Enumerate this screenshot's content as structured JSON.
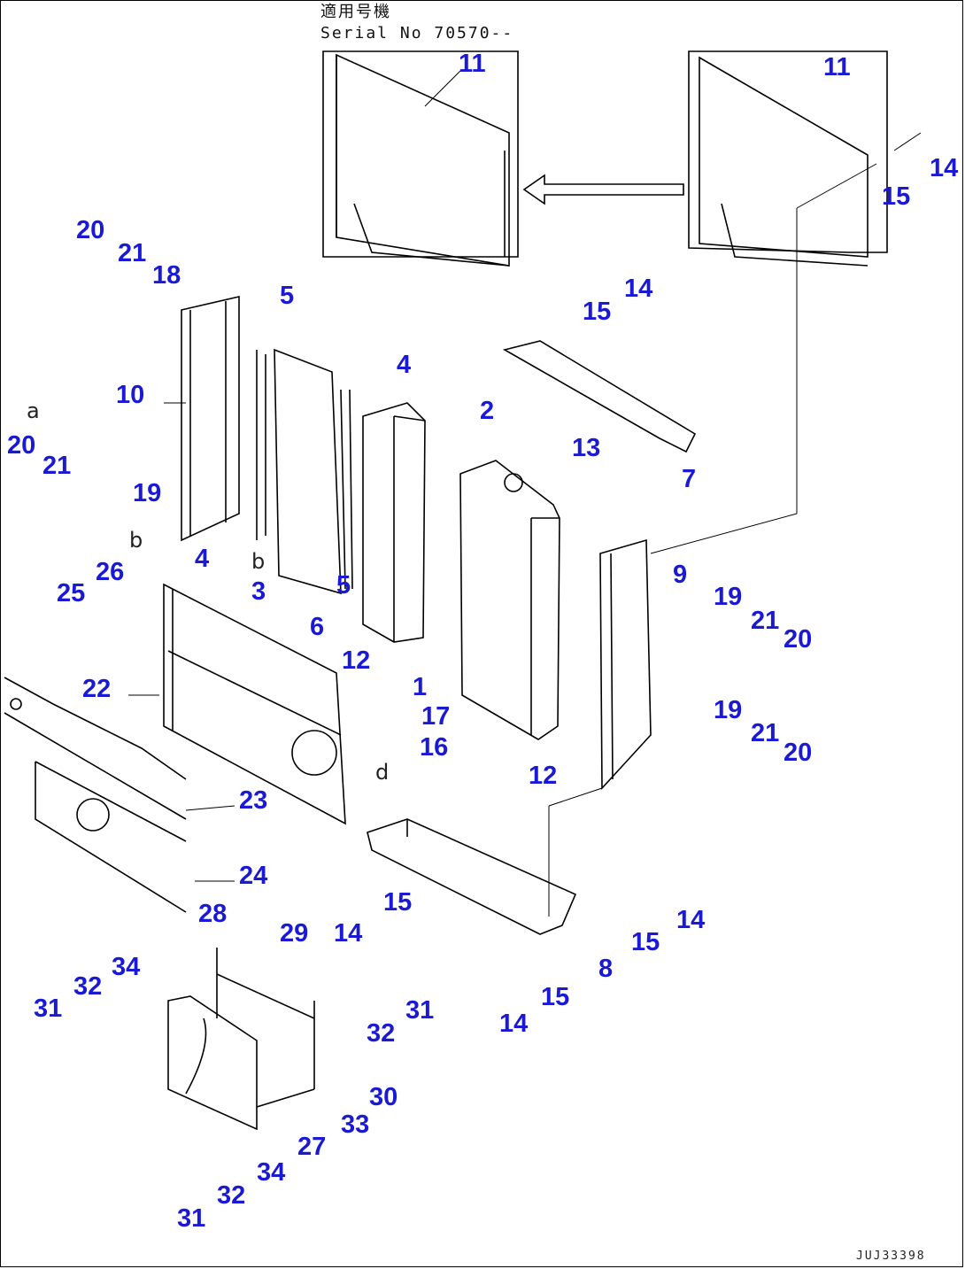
{
  "header": {
    "line1": "適用号機",
    "line2": "Serial No 70570--"
  },
  "drawing_code": "JUJ33398",
  "colors": {
    "callout": "#1a1ad6",
    "line": "#000000"
  },
  "connector_letters": [
    "a",
    "b",
    "a",
    "b",
    "d",
    "d"
  ],
  "callouts": [
    "11",
    "11",
    "14",
    "15",
    "20",
    "21",
    "18",
    "5",
    "4",
    "15",
    "14",
    "10",
    "20",
    "21",
    "19",
    "2",
    "13",
    "7",
    "4",
    "b",
    "3",
    "5",
    "9",
    "6",
    "12",
    "25",
    "26",
    "22",
    "1",
    "19",
    "21",
    "20",
    "17",
    "16",
    "12",
    "19",
    "21",
    "20",
    "23",
    "24",
    "28",
    "15",
    "14",
    "15",
    "14",
    "29",
    "34",
    "32",
    "31",
    "8",
    "15",
    "14",
    "31",
    "32",
    "30",
    "33",
    "27",
    "34",
    "32",
    "31"
  ]
}
